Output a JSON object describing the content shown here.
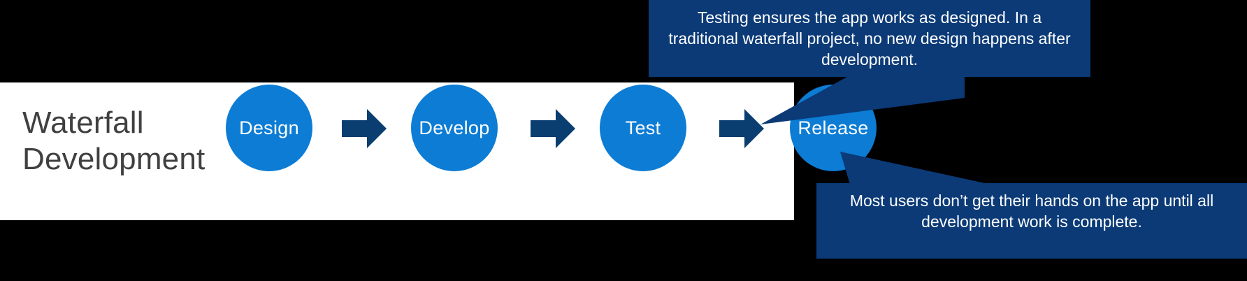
{
  "colors": {
    "background": "#000000",
    "panel": "#ffffff",
    "circle_blue": "#0C7CD5",
    "arrow_navy": "#0A3D70",
    "callout_navy": "#0B3A77",
    "title_gray": "#404040",
    "callout_text": "#ffffff"
  },
  "diagram": {
    "title": "Waterfall\nDevelopment",
    "stages": [
      {
        "label": "Design"
      },
      {
        "label": "Develop"
      },
      {
        "label": "Test"
      },
      {
        "label": "Release"
      }
    ],
    "arrows": [
      {
        "name": "arrow-design-to-develop"
      },
      {
        "name": "arrow-develop-to-test"
      },
      {
        "name": "arrow-test-to-release"
      }
    ]
  },
  "callouts": {
    "test": {
      "text": "Testing ensures the app works as designed. In a traditional waterfall project, no new design happens after development.",
      "points_to": "Test"
    },
    "release": {
      "text": "Most users don’t get their hands on the app until all development work is complete.",
      "points_to": "Release"
    }
  }
}
